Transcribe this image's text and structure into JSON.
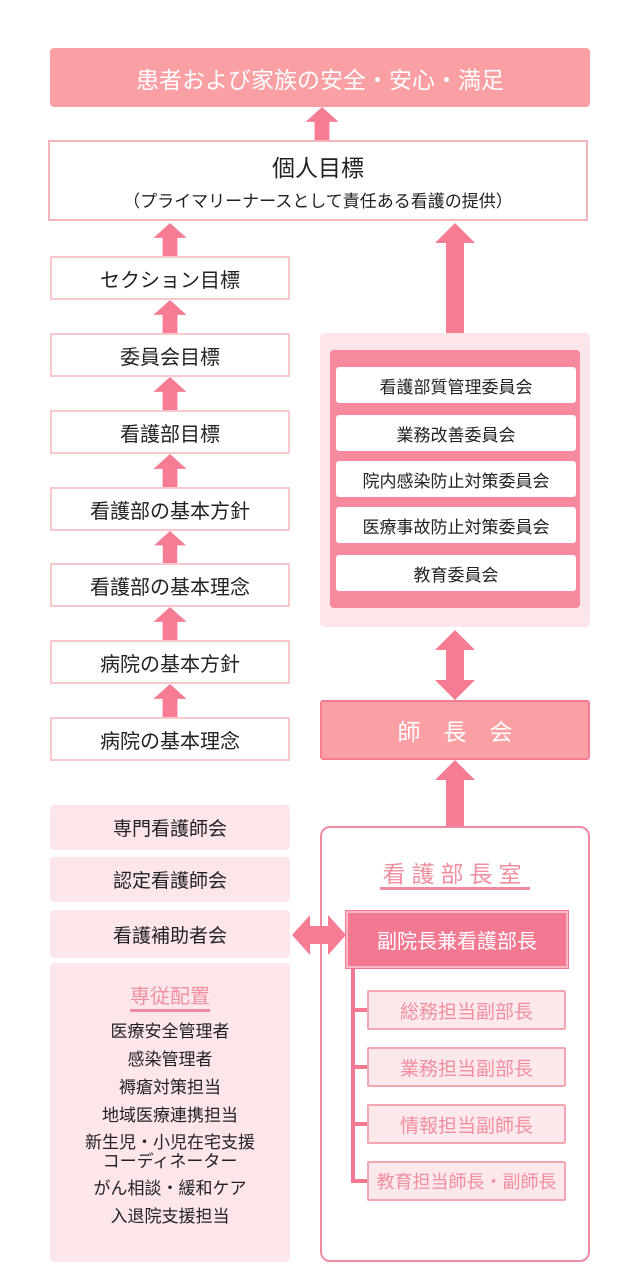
{
  "top_banner": "患者および家族の安全・安心・満足",
  "personal_goal": {
    "title": "個人目標",
    "subtitle": "（プライマリーナースとして責任ある看護の提供）"
  },
  "left_chain": [
    "セクション目標",
    "委員会目標",
    "看護部目標",
    "看護部の基本方針",
    "看護部の基本理念",
    "病院の基本方針",
    "病院の基本理念"
  ],
  "committees": [
    "看護部質管理委員会",
    "業務改善委員会",
    "院内感染防止対策委員会",
    "医療事故防止対策委員会",
    "教育委員会"
  ],
  "head_nurse_meeting": "師　長　会",
  "nursing_office": {
    "title": "看護部長室",
    "director": "副院長兼看護部長",
    "deputies": [
      "総務担当副部長",
      "業務担当副部長",
      "情報担当副師長",
      "教育担当師長・副師長"
    ]
  },
  "groups": [
    "専門看護師会",
    "認定看護師会",
    "看護補助者会"
  ],
  "dedicated": {
    "title": "専従配置",
    "items": [
      "医療安全管理者",
      "感染管理者",
      "褥瘡対策担当",
      "地域医療連携担当",
      "新生児・小児在宅支援\nコーディネーター",
      "がん相談・緩和ケア",
      "入退院支援担当"
    ]
  },
  "colors": {
    "accent": "#f57c93",
    "banner": "#fa9fa3",
    "light": "#fde6ea"
  }
}
